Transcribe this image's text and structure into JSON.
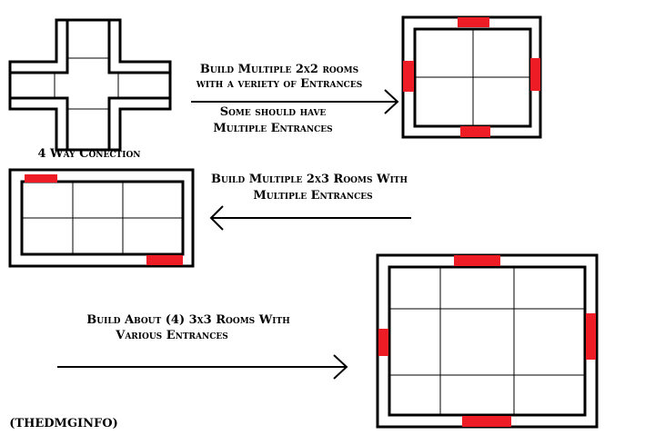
{
  "colors": {
    "ink": "#000000",
    "entrance": "#ee1c24",
    "paper": "#ffffff"
  },
  "labels": {
    "four_way": "4 Way Conection",
    "instr_2x2_line1": "Build Multiple 2x2 rooms",
    "instr_2x2_line2": "with a veriety of Entrances",
    "instr_2x2_line3": "Some should have",
    "instr_2x2_line4": "Multiple Entrances",
    "instr_2x3_line1": "Build Multiple 2x3 Rooms With",
    "instr_2x3_line2": "Multiple Entrances",
    "instr_3x3_line1": "Build About (4) 3x3 Rooms With",
    "instr_3x3_line2": "Various Entrances",
    "credit": "(THEDMGINFO)"
  }
}
